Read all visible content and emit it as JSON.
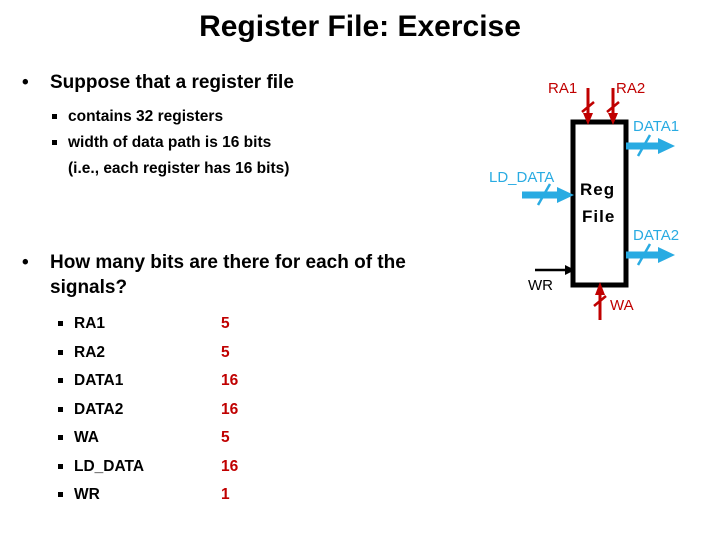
{
  "slide": {
    "title": "Register File: Exercise",
    "bullet_char": "•"
  },
  "content": {
    "bullet1": "Suppose that a register file",
    "bullet1_subitems": [
      "contains 32 registers",
      "width of data path is 16 bits",
      "(i.e., each register has 16 bits)"
    ],
    "bullet2_line1": "How many bits are there for each of the",
    "bullet2_line2": "signals?"
  },
  "signals": {
    "rows": [
      {
        "name": "RA1",
        "value": "5"
      },
      {
        "name": "RA2",
        "value": "5"
      },
      {
        "name": "DATA1",
        "value": "16"
      },
      {
        "name": "DATA2",
        "value": "16"
      },
      {
        "name": "WA",
        "value": "5"
      },
      {
        "name": "LD_DATA",
        "value": "16"
      },
      {
        "name": "WR",
        "value": "1"
      }
    ]
  },
  "diagram": {
    "block_line1": "Reg",
    "block_line2": "File",
    "labels": {
      "ra1": "RA1",
      "ra2": "RA2",
      "data1": "DATA1",
      "data2": "DATA2",
      "ld_data": "LD_DATA",
      "wr": "WR",
      "wa": "WA"
    }
  },
  "colors": {
    "red": "#C00000",
    "cyan": "#29ABE2",
    "black": "#000000",
    "background": "#FFFFFF"
  }
}
